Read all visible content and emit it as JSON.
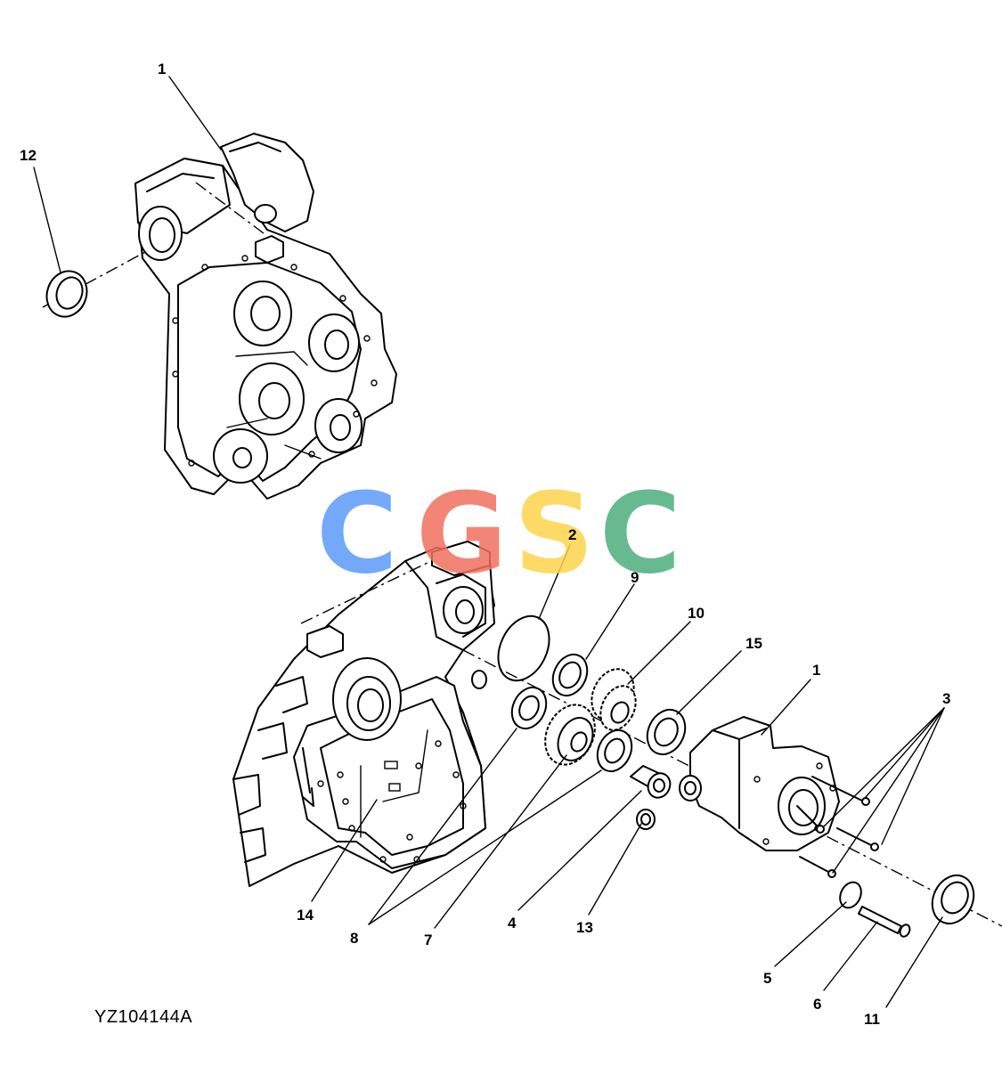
{
  "figure_id": "YZ104144A",
  "watermark": {
    "letters": [
      "C",
      "G",
      "S",
      "C"
    ],
    "colors": [
      "#5b9bf7",
      "#f2705f",
      "#fdd44b",
      "#4daf7c"
    ]
  },
  "callouts": [
    {
      "label": "1"
    },
    {
      "label": "12"
    },
    {
      "label": "2"
    },
    {
      "label": "9"
    },
    {
      "label": "10"
    },
    {
      "label": "15"
    },
    {
      "label": "1"
    },
    {
      "label": "3"
    },
    {
      "label": "14"
    },
    {
      "label": "8"
    },
    {
      "label": "7"
    },
    {
      "label": "4"
    },
    {
      "label": "13"
    },
    {
      "label": "5"
    },
    {
      "label": "6"
    },
    {
      "label": "11"
    }
  ]
}
